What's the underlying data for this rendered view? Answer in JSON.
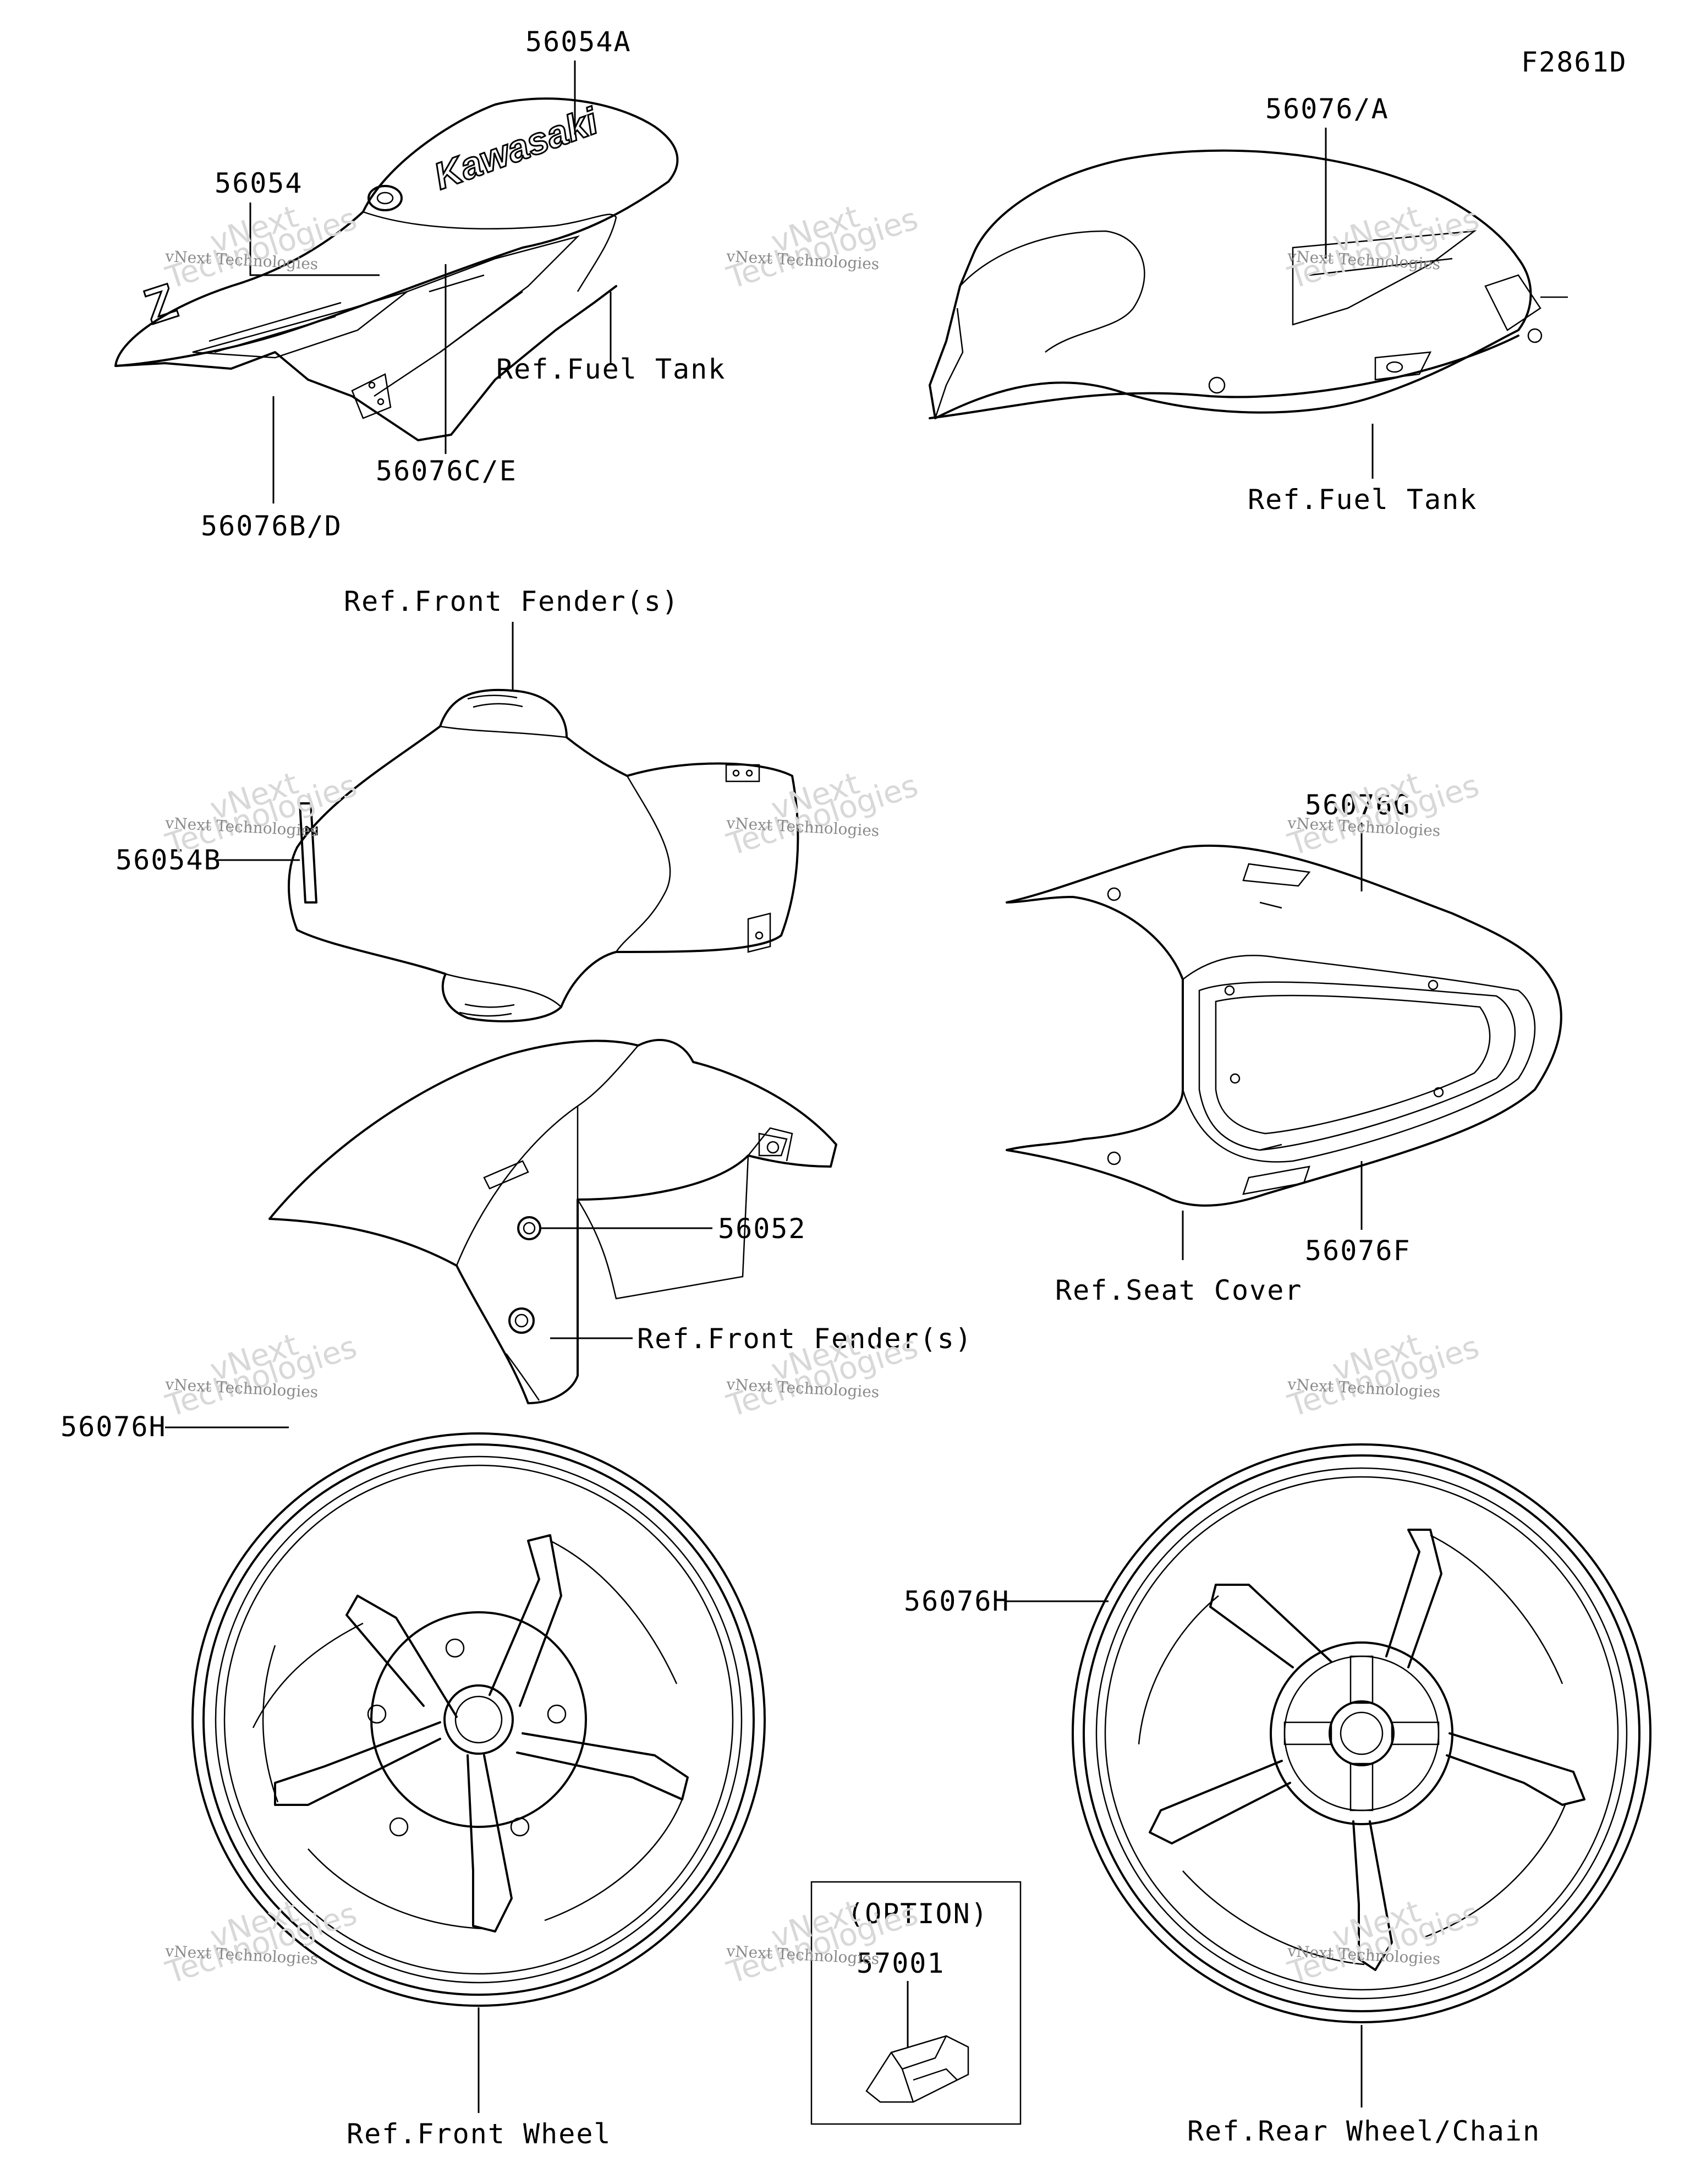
{
  "figure_code": "F2861D",
  "labels": {
    "l_56054A": "56054A",
    "l_56054": "56054",
    "l_ref_fuel_tank_1": "Ref.Fuel Tank",
    "l_56076CE": "56076C/E",
    "l_56076BD": "56076B/D",
    "l_56076A": "56076/A",
    "l_ref_fuel_tank_2": "Ref.Fuel Tank",
    "l_ref_front_fender_1": "Ref.Front Fender(s)",
    "l_56054B": "56054B",
    "l_56076G": "56076G",
    "l_56052": "56052",
    "l_ref_front_fender_2": "Ref.Front Fender(s)",
    "l_56076F": "56076F",
    "l_ref_seat_cover": "Ref.Seat Cover",
    "l_56076H_1": "56076H",
    "l_56076H_2": "56076H",
    "l_option": "(OPTION)",
    "l_57001": "57001",
    "l_ref_front_wheel": "Ref.Front Wheel",
    "l_ref_rear_wheel": "Ref.Rear Wheel/Chain"
  },
  "decal_text": {
    "brand": "Kawasaki",
    "model_mark": "Z"
  },
  "watermark": {
    "line1": "vNext Technologies",
    "line2a": "vNext",
    "line2b": "Technologies"
  }
}
